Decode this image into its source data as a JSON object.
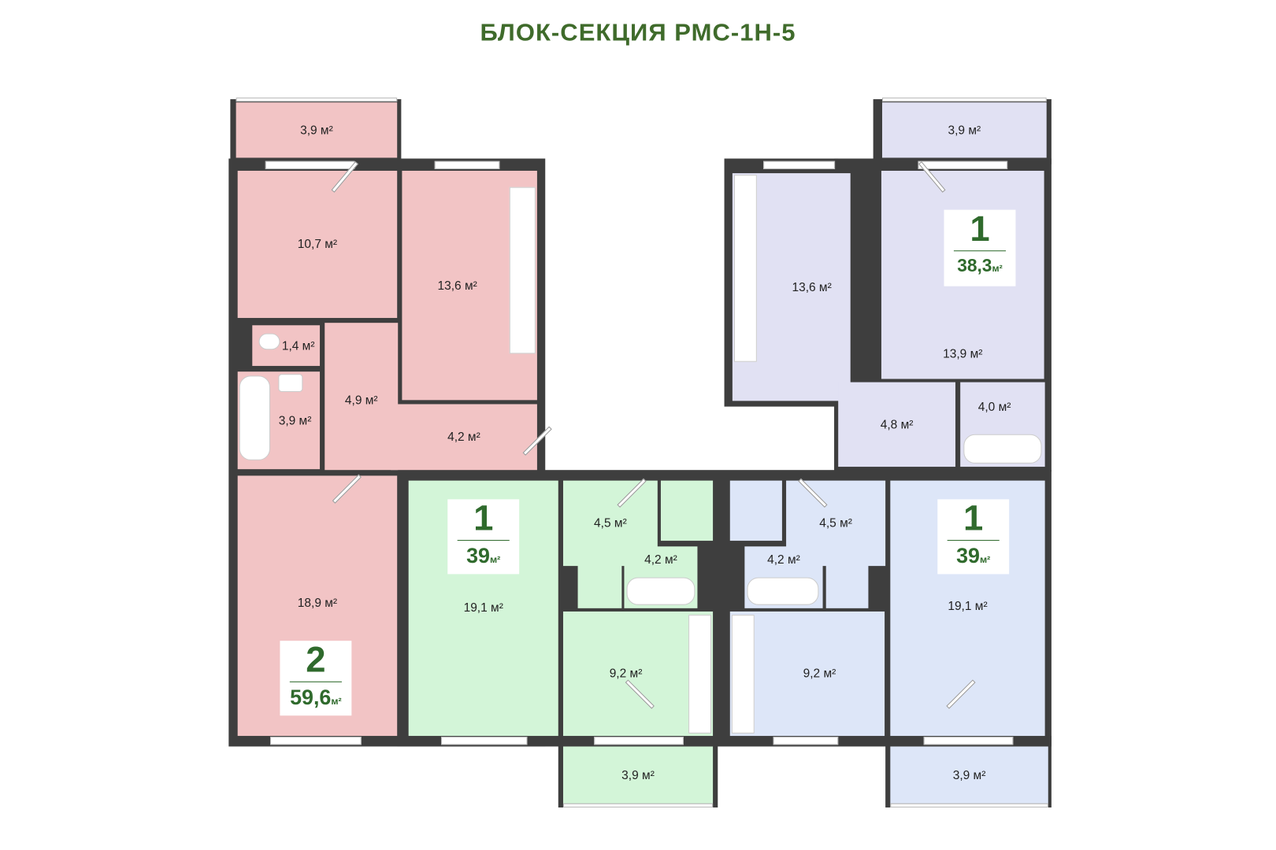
{
  "title": "БЛОК-СЕКЦИЯ РМС-1Н-5",
  "colors": {
    "title": "#3f6b2b",
    "wall": "#3e3e3e",
    "pink": "#f2c4c5",
    "green": "#d3f5d8",
    "lavender": "#e1e1f3",
    "blue": "#dde6f8"
  },
  "apartments": {
    "pink": {
      "rooms": "2",
      "area": "59,6",
      "unit": "м²",
      "labels": {
        "balcony": "3,9 м²",
        "bedroom": "10,7 м²",
        "kitchen": "13,6 м²",
        "wc": "1,4 м²",
        "bath": "3,9 м²",
        "hall": "4,9 м²",
        "corridor": "4,2 м²",
        "living": "18,9 м²"
      }
    },
    "green": {
      "rooms": "1",
      "area": "39",
      "unit": "м²",
      "labels": {
        "living": "19,1 м²",
        "hall": "4,5 м²",
        "bath": "4,2 м²",
        "kitchen": "9,2 м²",
        "balcony": "3,9 м²"
      }
    },
    "blue": {
      "rooms": "1",
      "area": "39",
      "unit": "м²",
      "labels": {
        "living": "19,1 м²",
        "hall": "4,5 м²",
        "bath": "4,2 м²",
        "kitchen": "9,2 м²",
        "balcony": "3,9 м²"
      }
    },
    "lavender": {
      "rooms": "1",
      "area": "38,3",
      "unit": "м²",
      "labels": {
        "balcony": "3,9 м²",
        "kitchen": "13,6 м²",
        "living": "13,9 м²",
        "hall": "4,8 м²",
        "bath": "4,0 м²"
      }
    }
  }
}
